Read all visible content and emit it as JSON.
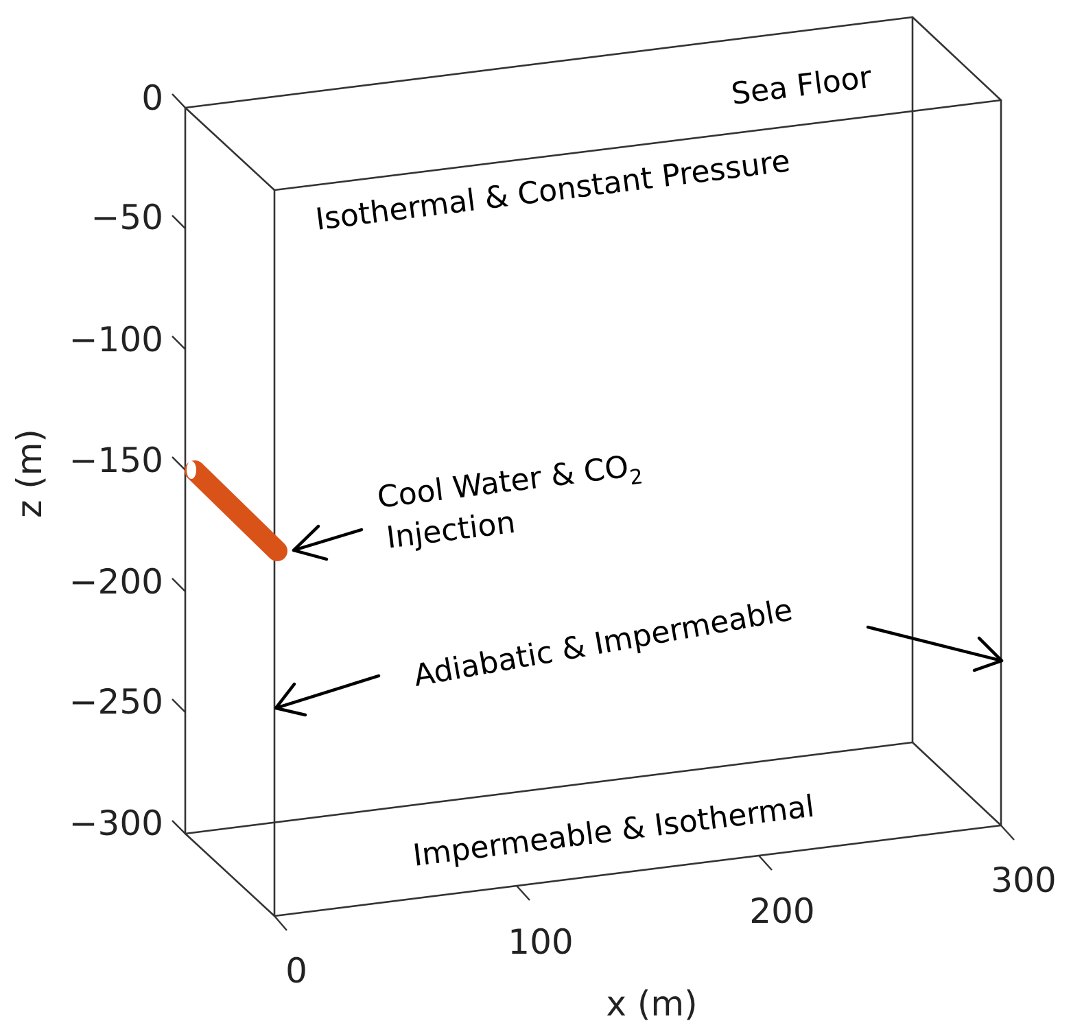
{
  "figure": {
    "type": "3d-domain-boundary-diagram",
    "colors": {
      "edges": "#333333",
      "text": "#000000",
      "tick_labels": "#222222",
      "injection_well": "#D95319",
      "background": "#FFFFFF"
    }
  },
  "axes": {
    "z": {
      "label": "z (m)",
      "ticks": [
        "0",
        "−50",
        "−100",
        "−150",
        "−200",
        "−250",
        "−300"
      ],
      "range": [
        -300,
        0
      ]
    },
    "x": {
      "label": "x (m)",
      "ticks": [
        "0",
        "100",
        "200",
        "300"
      ],
      "range": [
        0,
        300
      ]
    }
  },
  "annotations": {
    "top_outer": "Sea Floor",
    "top_inner": "Isothermal & Constant Pressure",
    "injection_line1": "Cool Water & CO",
    "injection_sub": "2",
    "injection_line2": "Injection",
    "sides": "Adiabatic & Impermeable",
    "bottom": "Impermeable & Isothermal"
  },
  "injection_well": {
    "description": "Injection well segment",
    "z_range_m": [
      -150,
      -190
    ],
    "color": "#D95319"
  }
}
